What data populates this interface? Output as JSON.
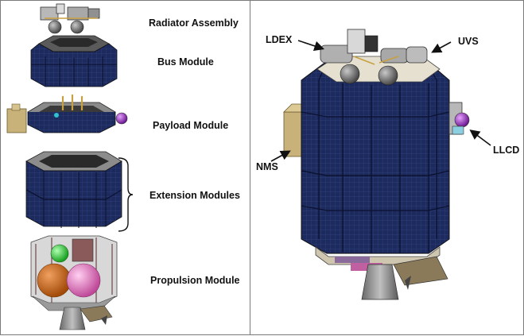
{
  "left_panel": {
    "labels": {
      "radiator": "Radiator Assembly",
      "bus": "Bus Module",
      "payload": "Payload Module",
      "extension": "Extension Modules",
      "propulsion": "Propulsion Module"
    }
  },
  "right_panel": {
    "labels": {
      "ldex": "LDEX",
      "uvs": "UVS",
      "nms": "NMS",
      "llcd": "LLCD"
    }
  },
  "colors": {
    "panel_blue": "#1c2a5e",
    "frame_gray": "#7a7a7a",
    "sphere_gray": "#6e6e6e",
    "nms_tan": "#c9b27a",
    "tank_orange": "#d46a1a",
    "tank_pink": "#e07ac0",
    "tank_green": "#2fd03a",
    "llcd_purple": "#a040c8"
  }
}
